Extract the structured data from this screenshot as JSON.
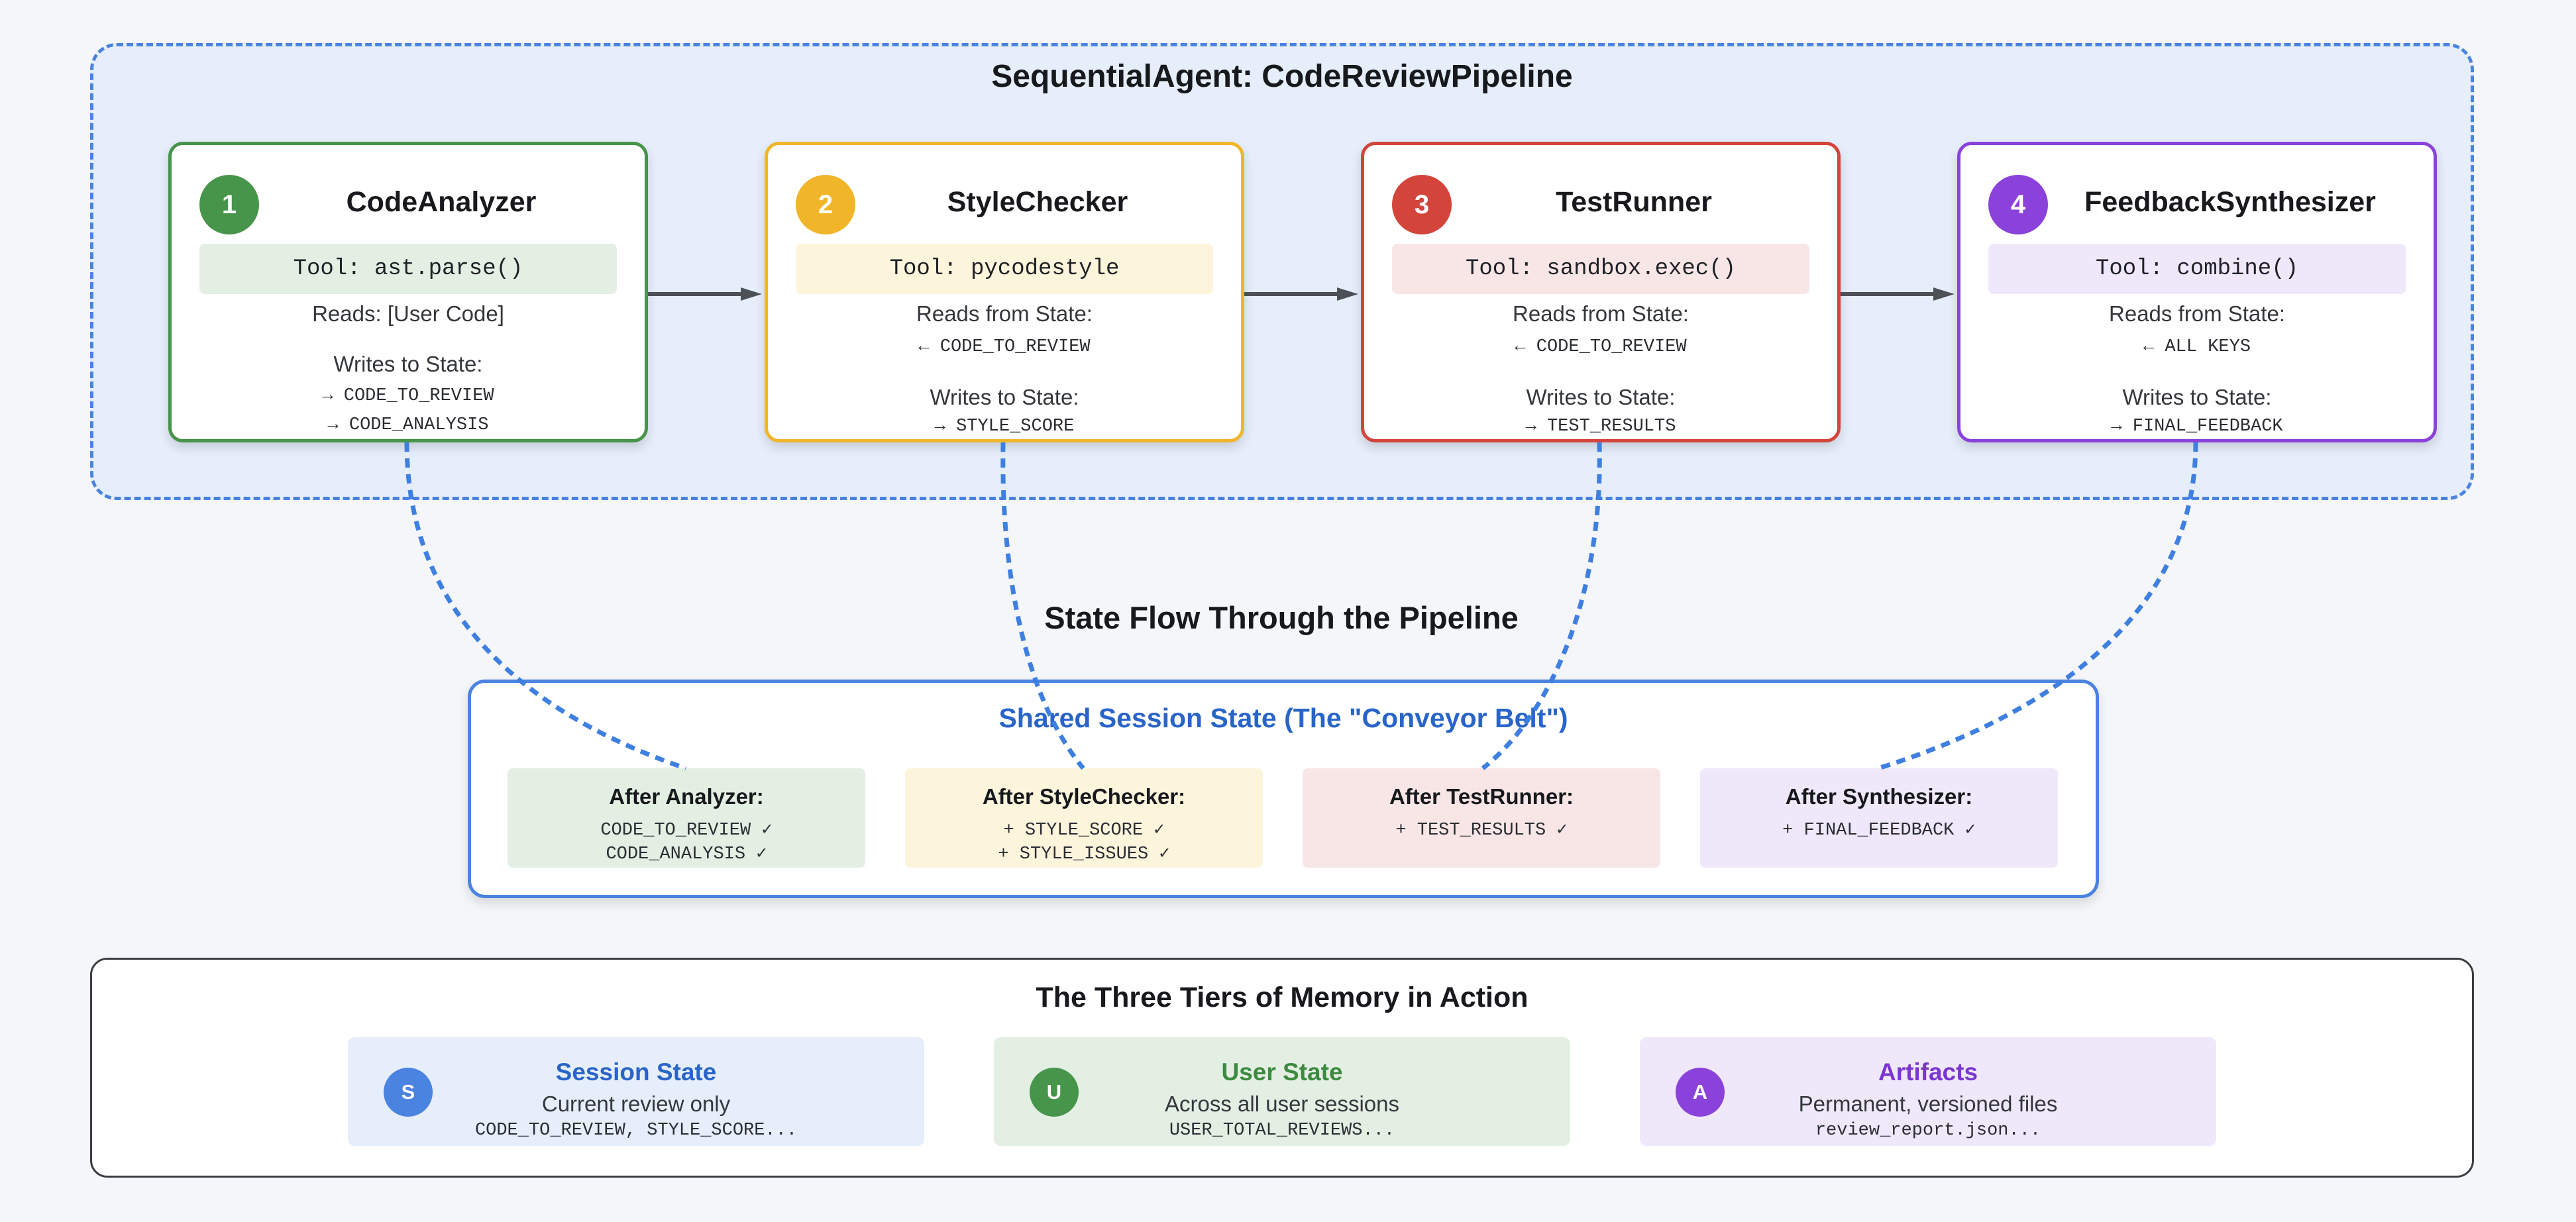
{
  "pipeline": {
    "title": "SequentialAgent: CodeReviewPipeline",
    "agents": [
      {
        "number": "1",
        "name": "CodeAnalyzer",
        "tool": "Tool: ast.parse()",
        "reads_label": "Reads: [User Code]",
        "reads_keys": [],
        "writes_label": "Writes to State:",
        "writes_keys": [
          "→ CODE_TO_REVIEW",
          "→ CODE_ANALYSIS"
        ],
        "color": "#47944b"
      },
      {
        "number": "2",
        "name": "StyleChecker",
        "tool": "Tool: pycodestyle",
        "reads_label": "Reads from State:",
        "reads_keys": [
          "← CODE_TO_REVIEW"
        ],
        "writes_label": "Writes to State:",
        "writes_keys": [
          "→ STYLE_SCORE"
        ],
        "color": "#f0b529"
      },
      {
        "number": "3",
        "name": "TestRunner",
        "tool": "Tool: sandbox.exec()",
        "reads_label": "Reads from State:",
        "reads_keys": [
          "← CODE_TO_REVIEW"
        ],
        "writes_label": "Writes to State:",
        "writes_keys": [
          "→ TEST_RESULTS"
        ],
        "color": "#d3443a"
      },
      {
        "number": "4",
        "name": "FeedbackSynthesizer",
        "tool": "Tool: combine()",
        "reads_label": "Reads from State:",
        "reads_keys": [
          "← ALL KEYS"
        ],
        "writes_label": "Writes to State:",
        "writes_keys": [
          "→ FINAL_FEEDBACK"
        ],
        "color": "#8a42da"
      }
    ]
  },
  "state_flow": {
    "title": "State Flow Through the Pipeline",
    "shared_title": "Shared Session State (The \"Conveyor Belt\")",
    "stages": [
      {
        "title": "After Analyzer:",
        "lines": [
          "CODE_TO_REVIEW ✓",
          "CODE_ANALYSIS ✓"
        ]
      },
      {
        "title": "After StyleChecker:",
        "lines": [
          "+ STYLE_SCORE ✓",
          "+ STYLE_ISSUES ✓"
        ]
      },
      {
        "title": "After TestRunner:",
        "lines": [
          "+ TEST_RESULTS ✓"
        ]
      },
      {
        "title": "After Synthesizer:",
        "lines": [
          "+ FINAL_FEEDBACK ✓"
        ]
      }
    ]
  },
  "memory": {
    "title": "The Three Tiers of Memory in Action",
    "tiers": [
      {
        "badge": "S",
        "name": "Session State",
        "description": "Current review only",
        "example": "CODE_TO_REVIEW, STYLE_SCORE...",
        "color": "#4a83e0"
      },
      {
        "badge": "U",
        "name": "User State",
        "description": "Across all user sessions",
        "example": "USER_TOTAL_REVIEWS...",
        "color": "#47944b"
      },
      {
        "badge": "A",
        "name": "Artifacts",
        "description": "Permanent, versioned files",
        "example": "review_report.json...",
        "color": "#8a42da"
      }
    ]
  },
  "colors": {
    "group_blue": "#4a83e0",
    "arrow_gray": "#4d5157",
    "connector_blue": "#3f7fe0"
  }
}
